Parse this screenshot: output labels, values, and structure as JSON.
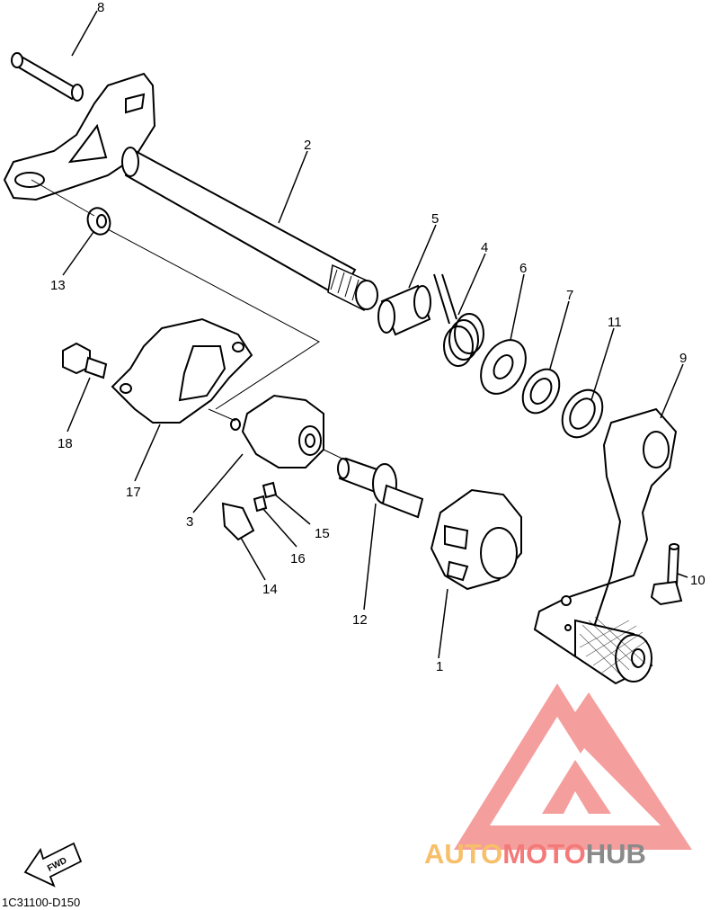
{
  "diagram": {
    "callouts": [
      "1",
      "2",
      "3",
      "4",
      "5",
      "6",
      "7",
      "8",
      "9",
      "10",
      "11",
      "12",
      "13",
      "14",
      "15",
      "16",
      "17",
      "18"
    ],
    "diagram_code": "1C31100-D150",
    "fwd_label": "FWD"
  },
  "watermark": {
    "part1": "AUTO",
    "part2": "MOTO",
    "part3": "HUB",
    "colors": {
      "auto": "#f7bf6a",
      "moto": "#f47a7a",
      "hub": "#8a8a8a",
      "logo": "#f48e8e"
    }
  }
}
